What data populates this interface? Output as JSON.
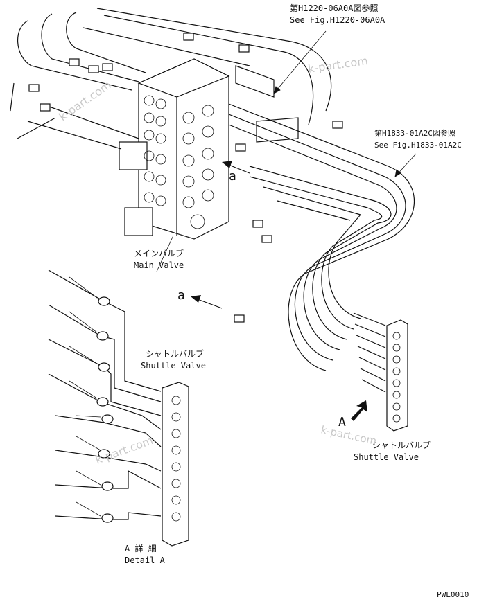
{
  "refs": {
    "ref1_jp": "第H1220-06A0A図参照",
    "ref1_en": "See Fig.H1220-06A0A",
    "ref2_jp": "第H1833-01A2C図参照",
    "ref2_en": "See Fig.H1833-01A2C"
  },
  "labels": {
    "main_valve_jp": "メインバルブ",
    "main_valve_en": "Main Valve",
    "shuttle_left_jp": "シャトルバルブ",
    "shuttle_left_en": "Shuttle Valve",
    "shuttle_right_jp": "シャトルバルブ",
    "shuttle_right_en": "Shuttle Valve",
    "detail_jp": "A 詳 細",
    "detail_en": "Detail A",
    "view_a_upper": "a",
    "view_a_lower": "a",
    "view_A_big": "A",
    "drawing_code": "PWL0010"
  },
  "watermarks": [
    "k-part.com",
    "k-part.com",
    "k-part.com"
  ]
}
